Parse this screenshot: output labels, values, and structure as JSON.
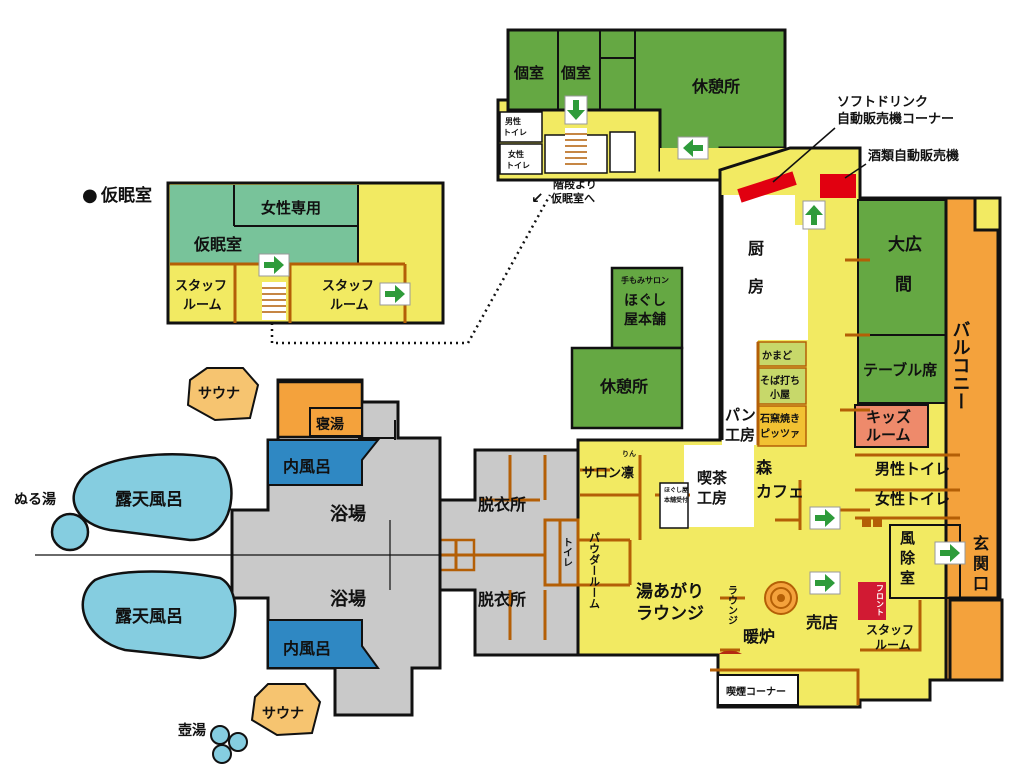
{
  "legend": {
    "bullet": "●",
    "nap_title": "仮眠室"
  },
  "colors": {
    "yellow": "#f2ea62",
    "green": "#65a843",
    "lightgreen": "#78c39a",
    "gray": "#c9c9c9",
    "blue": "#2f88c3",
    "skyblue": "#85cde0",
    "orange": "#f4a23c",
    "salmon": "#ee8a6b",
    "red": "#e10010",
    "paleorange": "#f6c470"
  },
  "labels": {
    "women_only": "女性専用",
    "nap_room": "仮眠室",
    "staff_room_1a": "スタッフ",
    "staff_room_1b": "ルーム",
    "staff_room_2a": "スタッフ",
    "staff_room_2b": "ルーム",
    "private_room_1": "個室",
    "private_room_2": "個室",
    "rest_area_top": "休憩所",
    "toilet_m_a": "男性",
    "toilet_m_b": "トイレ",
    "toilet_f_a": "女性",
    "toilet_f_b": "トイレ",
    "stairs_a": "階段より",
    "stairs_b": "仮眠室へ",
    "soft_drink_a": "ソフトドリンク",
    "soft_drink_b": "自動販売機コーナー",
    "alcohol_vending": "酒類自動販売機",
    "kitchen_a": "厨",
    "kitchen_b": "房",
    "hall_a": "大広",
    "hall_b": "間",
    "table_seats": "テーブル席",
    "balcony": "バルコニー",
    "kids_a": "キッズ",
    "kids_b": "ルーム",
    "mens_toilet": "男性トイレ",
    "womens_toilet": "女性トイレ",
    "wind_room_a": "風",
    "wind_room_b": "除",
    "wind_room_c": "室",
    "entrance_a": "玄",
    "entrance_b": "関",
    "entrance_c": "口",
    "massage_small": "手もみサロン",
    "massage_a": "ほぐし",
    "massage_b": "屋本舗",
    "rest_area_mid": "休憩所",
    "kamado": "かまど",
    "soba_a": "そば打ち",
    "soba_b": "小屋",
    "pizza_a": "石窯焼き",
    "pizza_b": "ピッツァ",
    "bakery_a": "パン",
    "bakery_b": "工房",
    "cafe_a": "喫茶",
    "cafe_b": "工房",
    "forest_cafe_a": "森",
    "forest_cafe_b": "カフェ",
    "salon_rin_ruby": "りん",
    "salon_rin": "サロン凛",
    "honpo_reception_a": "本舗受付",
    "honpo_reception_b": "ほぐし屋",
    "powder_room": "パウダールーム",
    "toilet_vertical": "トイレ",
    "after_bath_a": "湯あがり",
    "after_bath_b": "ラウンジ",
    "lounge_vertical": "ラウンジ",
    "fireplace": "暖炉",
    "shop": "売店",
    "front": "フロント",
    "staff_room_3a": "スタッフ",
    "staff_room_3b": "ルーム",
    "smoking": "喫煙コーナー",
    "changing_1": "脱衣所",
    "changing_2": "脱衣所",
    "bath_1": "浴場",
    "bath_2": "浴場",
    "inner_bath_1": "内風呂",
    "inner_bath_2": "内風呂",
    "sleeping_bath": "寝湯",
    "sauna_1": "サウナ",
    "sauna_2": "サウナ",
    "outdoor_1": "露天風呂",
    "outdoor_2": "露天風呂",
    "lukewarm": "ぬる湯",
    "pot_bath": "壺湯"
  }
}
